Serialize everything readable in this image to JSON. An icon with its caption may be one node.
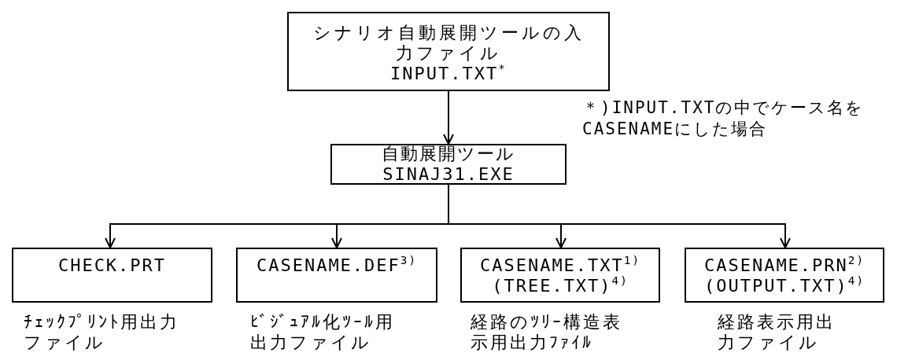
{
  "diagram": {
    "nodes": [
      {
        "text": [
          "シナリオ自動展開ツールの入力ファイル",
          "INPUT.TXT$^{*}$"
        ]
      },
      {
        "text": [
          "自動展開ツール",
          "SINAJ31.EXE"
        ]
      },
      {
        "text": [
          "CHECK.PRT"
        ],
        "beside": [
          "ﾁｪｯｸﾌﾟﾘﾝﾄ用出力ファイル"
        ]
      },
      {
        "text": [
          "CASENAME.DEF$^{3)}$"
        ],
        "beside": [
          "ﾋﾞｼﾞｭｱﾙ化ﾂｰﾙ用出力ファイル"
        ]
      },
      {
        "text": [
          "CASENAME.TXT$^{1)}$",
          "(TREE.TXT)$^{4)}$"
        ],
        "beside": [
          "経路のﾂﾘｰ構造表示用出力ﾌｧｲﾙ"
        ]
      },
      {
        "text": [
          "CASENAME.PRN$^{2)}$",
          "(OUTPUT.TXT)$^{4)}$"
        ],
        "beside": [
          "経路表示用出力ファイル"
        ]
      }
    ],
    "edges": [
      {
        "from": 0,
        "to": 1,
        "arrow": "to"
      },
      {
        "from": 1,
        "to": 2,
        "arrow": "to"
      },
      {
        "from": 1,
        "to": 3,
        "arrow": "to"
      },
      {
        "from": 1,
        "to": 4,
        "arrow": "to"
      },
      {
        "from": 1,
        "to": 5,
        "arrow": "to"
      }
    ],
    "labels": [
      "＊)INPUT.TXTの中でケース名をCASENAMEにした場合"
    ]
  }
}
